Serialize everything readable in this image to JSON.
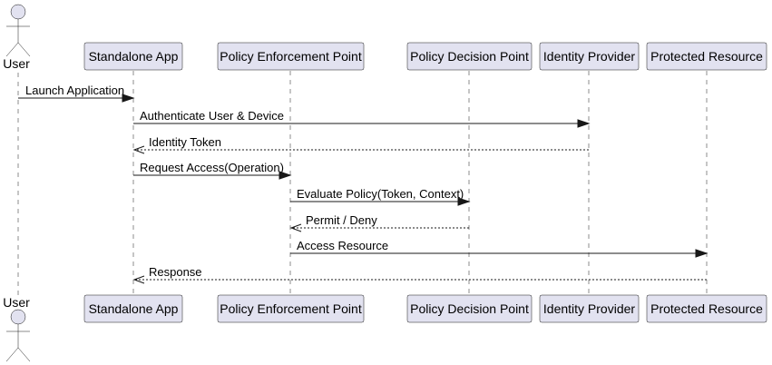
{
  "diagram": {
    "type": "sequence",
    "colors": {
      "participant_fill": "#e2e2f0",
      "line": "#181818",
      "text": "#000000",
      "background": "#ffffff"
    },
    "actor": {
      "id": "user",
      "label": "User",
      "icon": "stick-figure-icon"
    },
    "participants": [
      {
        "id": "app",
        "label": "Standalone App"
      },
      {
        "id": "pep",
        "label": "Policy Enforcement Point"
      },
      {
        "id": "pdp",
        "label": "Policy Decision Point"
      },
      {
        "id": "idp",
        "label": "Identity Provider"
      },
      {
        "id": "res",
        "label": "Protected Resource"
      }
    ],
    "messages": [
      {
        "from": "user",
        "to": "app",
        "label": "Launch Application",
        "style": "solid"
      },
      {
        "from": "app",
        "to": "idp",
        "label": "Authenticate User & Device",
        "style": "solid"
      },
      {
        "from": "idp",
        "to": "app",
        "label": "Identity Token",
        "style": "dashed"
      },
      {
        "from": "app",
        "to": "pep",
        "label": "Request Access(Operation)",
        "style": "solid"
      },
      {
        "from": "pep",
        "to": "pdp",
        "label": "Evaluate Policy(Token, Context)",
        "style": "solid"
      },
      {
        "from": "pdp",
        "to": "pep",
        "label": "Permit / Deny",
        "style": "dashed"
      },
      {
        "from": "pep",
        "to": "res",
        "label": "Access Resource",
        "style": "solid"
      },
      {
        "from": "res",
        "to": "app",
        "label": "Response",
        "style": "dashed"
      }
    ]
  }
}
